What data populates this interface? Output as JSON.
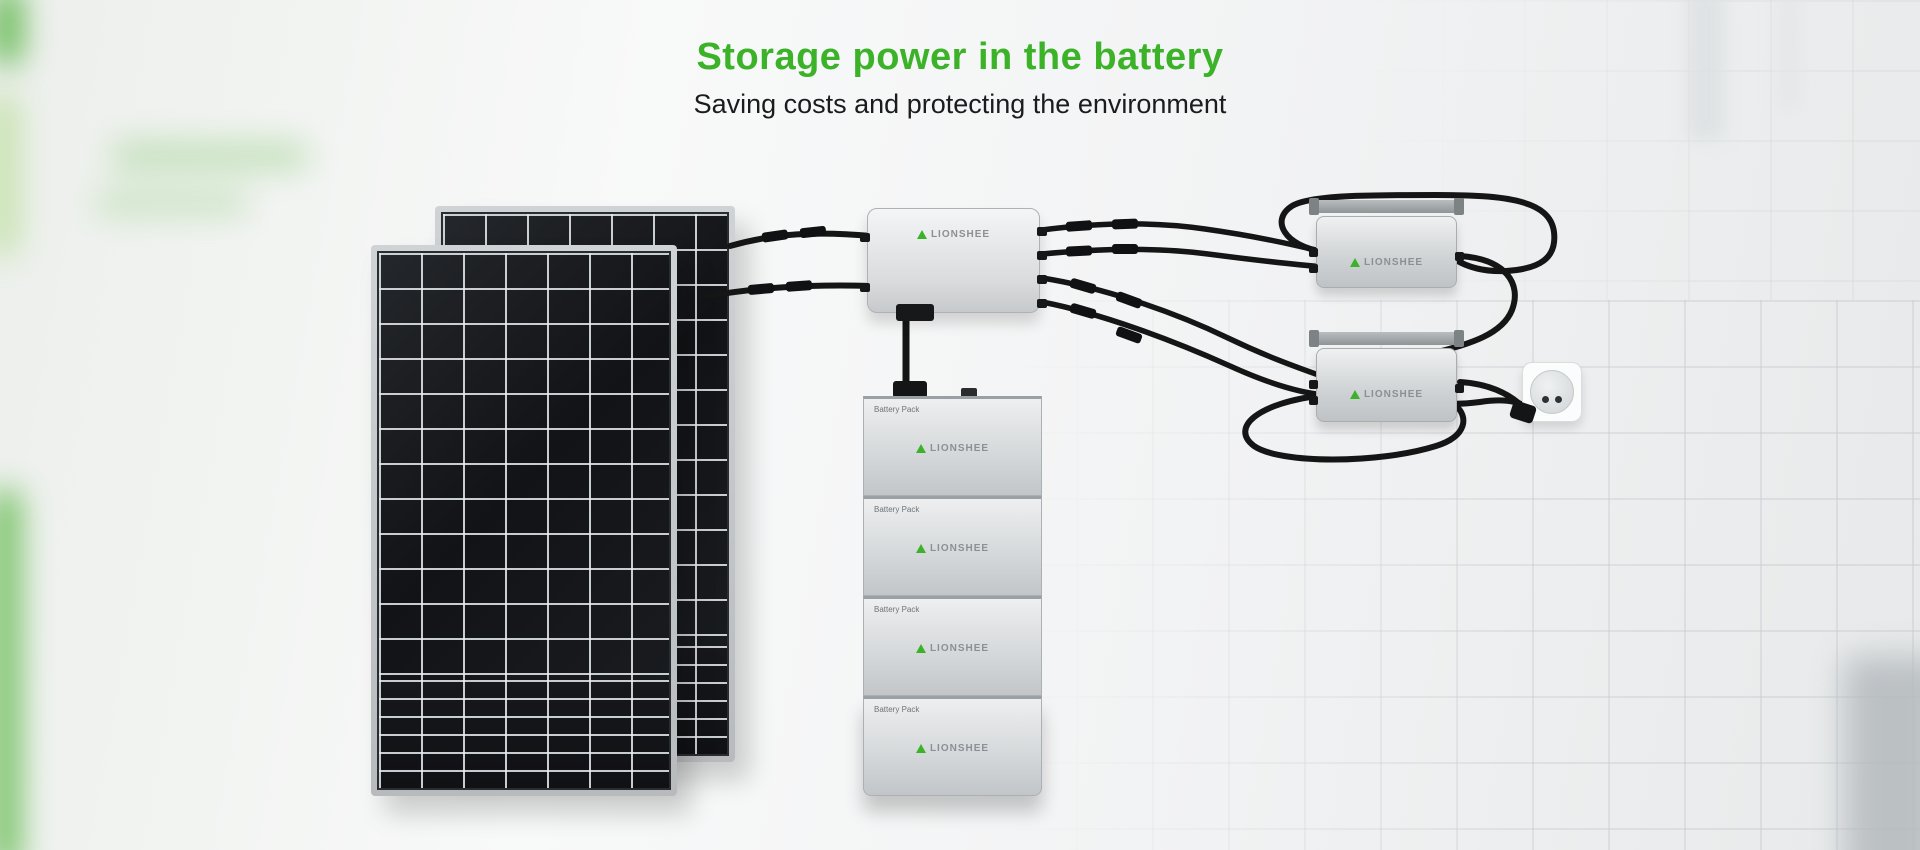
{
  "header": {
    "title": "Storage power in the battery",
    "subtitle": "Saving costs and protecting the environment"
  },
  "brand": {
    "name": "LIONSHEE"
  },
  "battery": {
    "module_label": "Battery Pack",
    "module_count": 4
  },
  "icons": {
    "lionshee_logo": "green roof triangle mark"
  },
  "colors": {
    "accent_green": "#3cb229",
    "subtitle_dark": "#1c1c1e",
    "cable_black": "#151515",
    "equipment_gray": "#d4d7d9"
  }
}
